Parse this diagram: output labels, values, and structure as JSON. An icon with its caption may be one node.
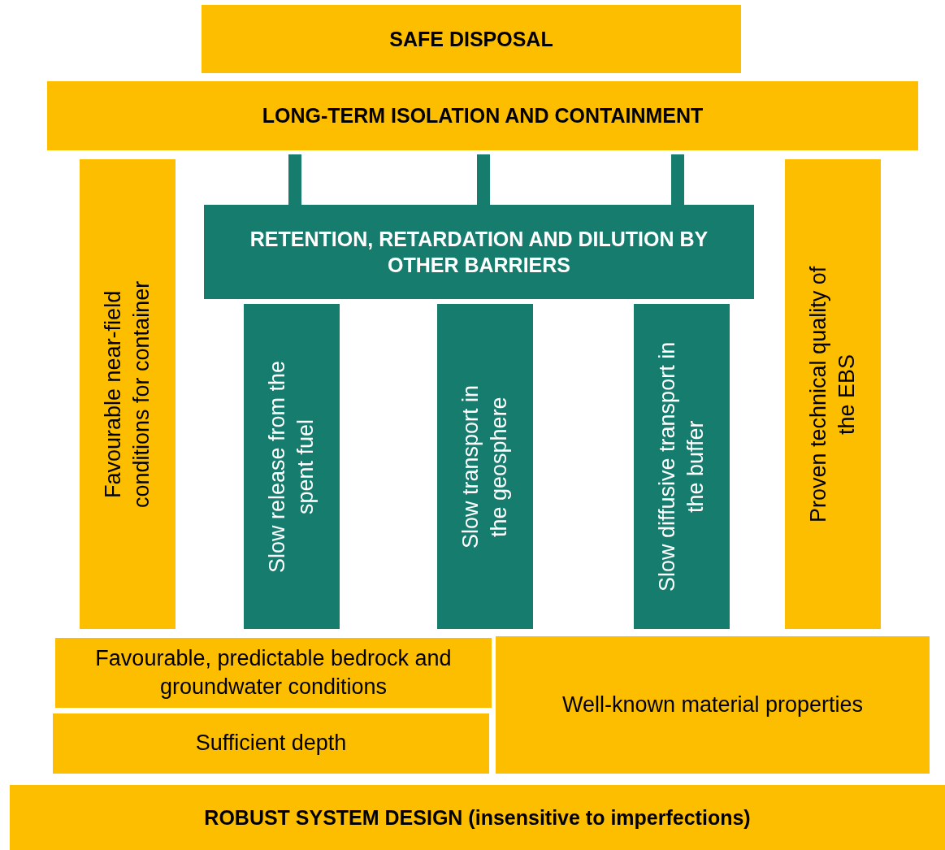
{
  "diagram": {
    "nodes": [
      {
        "text": [
          "SAFE DISPOSAL"
        ]
      },
      {
        "text": [
          "LONG-TERM ISOLATION AND CONTAINMENT"
        ]
      },
      {
        "text": [
          "Favourable near-field conditions for container"
        ]
      },
      {
        "text": [
          "RETENTION, RETARDATION AND DILUTION BY OTHER BARRIERS"
        ]
      },
      {
        "text": [
          "Slow release from the spent fuel"
        ]
      },
      {
        "text": [
          "Slow transport in the geosphere"
        ]
      },
      {
        "text": [
          "Slow diffusive transport in the buffer"
        ]
      },
      {
        "text": [
          "Proven technical quality of the EBS"
        ]
      },
      {
        "text": [
          "Favourable, predictable bedrock and groundwater conditions"
        ]
      },
      {
        "text": [
          "Sufficient depth"
        ]
      },
      {
        "text": [
          "Well-known material properties"
        ]
      },
      {
        "text": [
          "ROBUST SYSTEM DESIGN (insensitive to imperfections)"
        ]
      }
    ],
    "edges": [
      {
        "from": 3,
        "to": 1,
        "arrow": "none"
      },
      {
        "from": 3,
        "to": 1,
        "arrow": "none"
      },
      {
        "from": 3,
        "to": 1,
        "arrow": "none"
      }
    ]
  }
}
